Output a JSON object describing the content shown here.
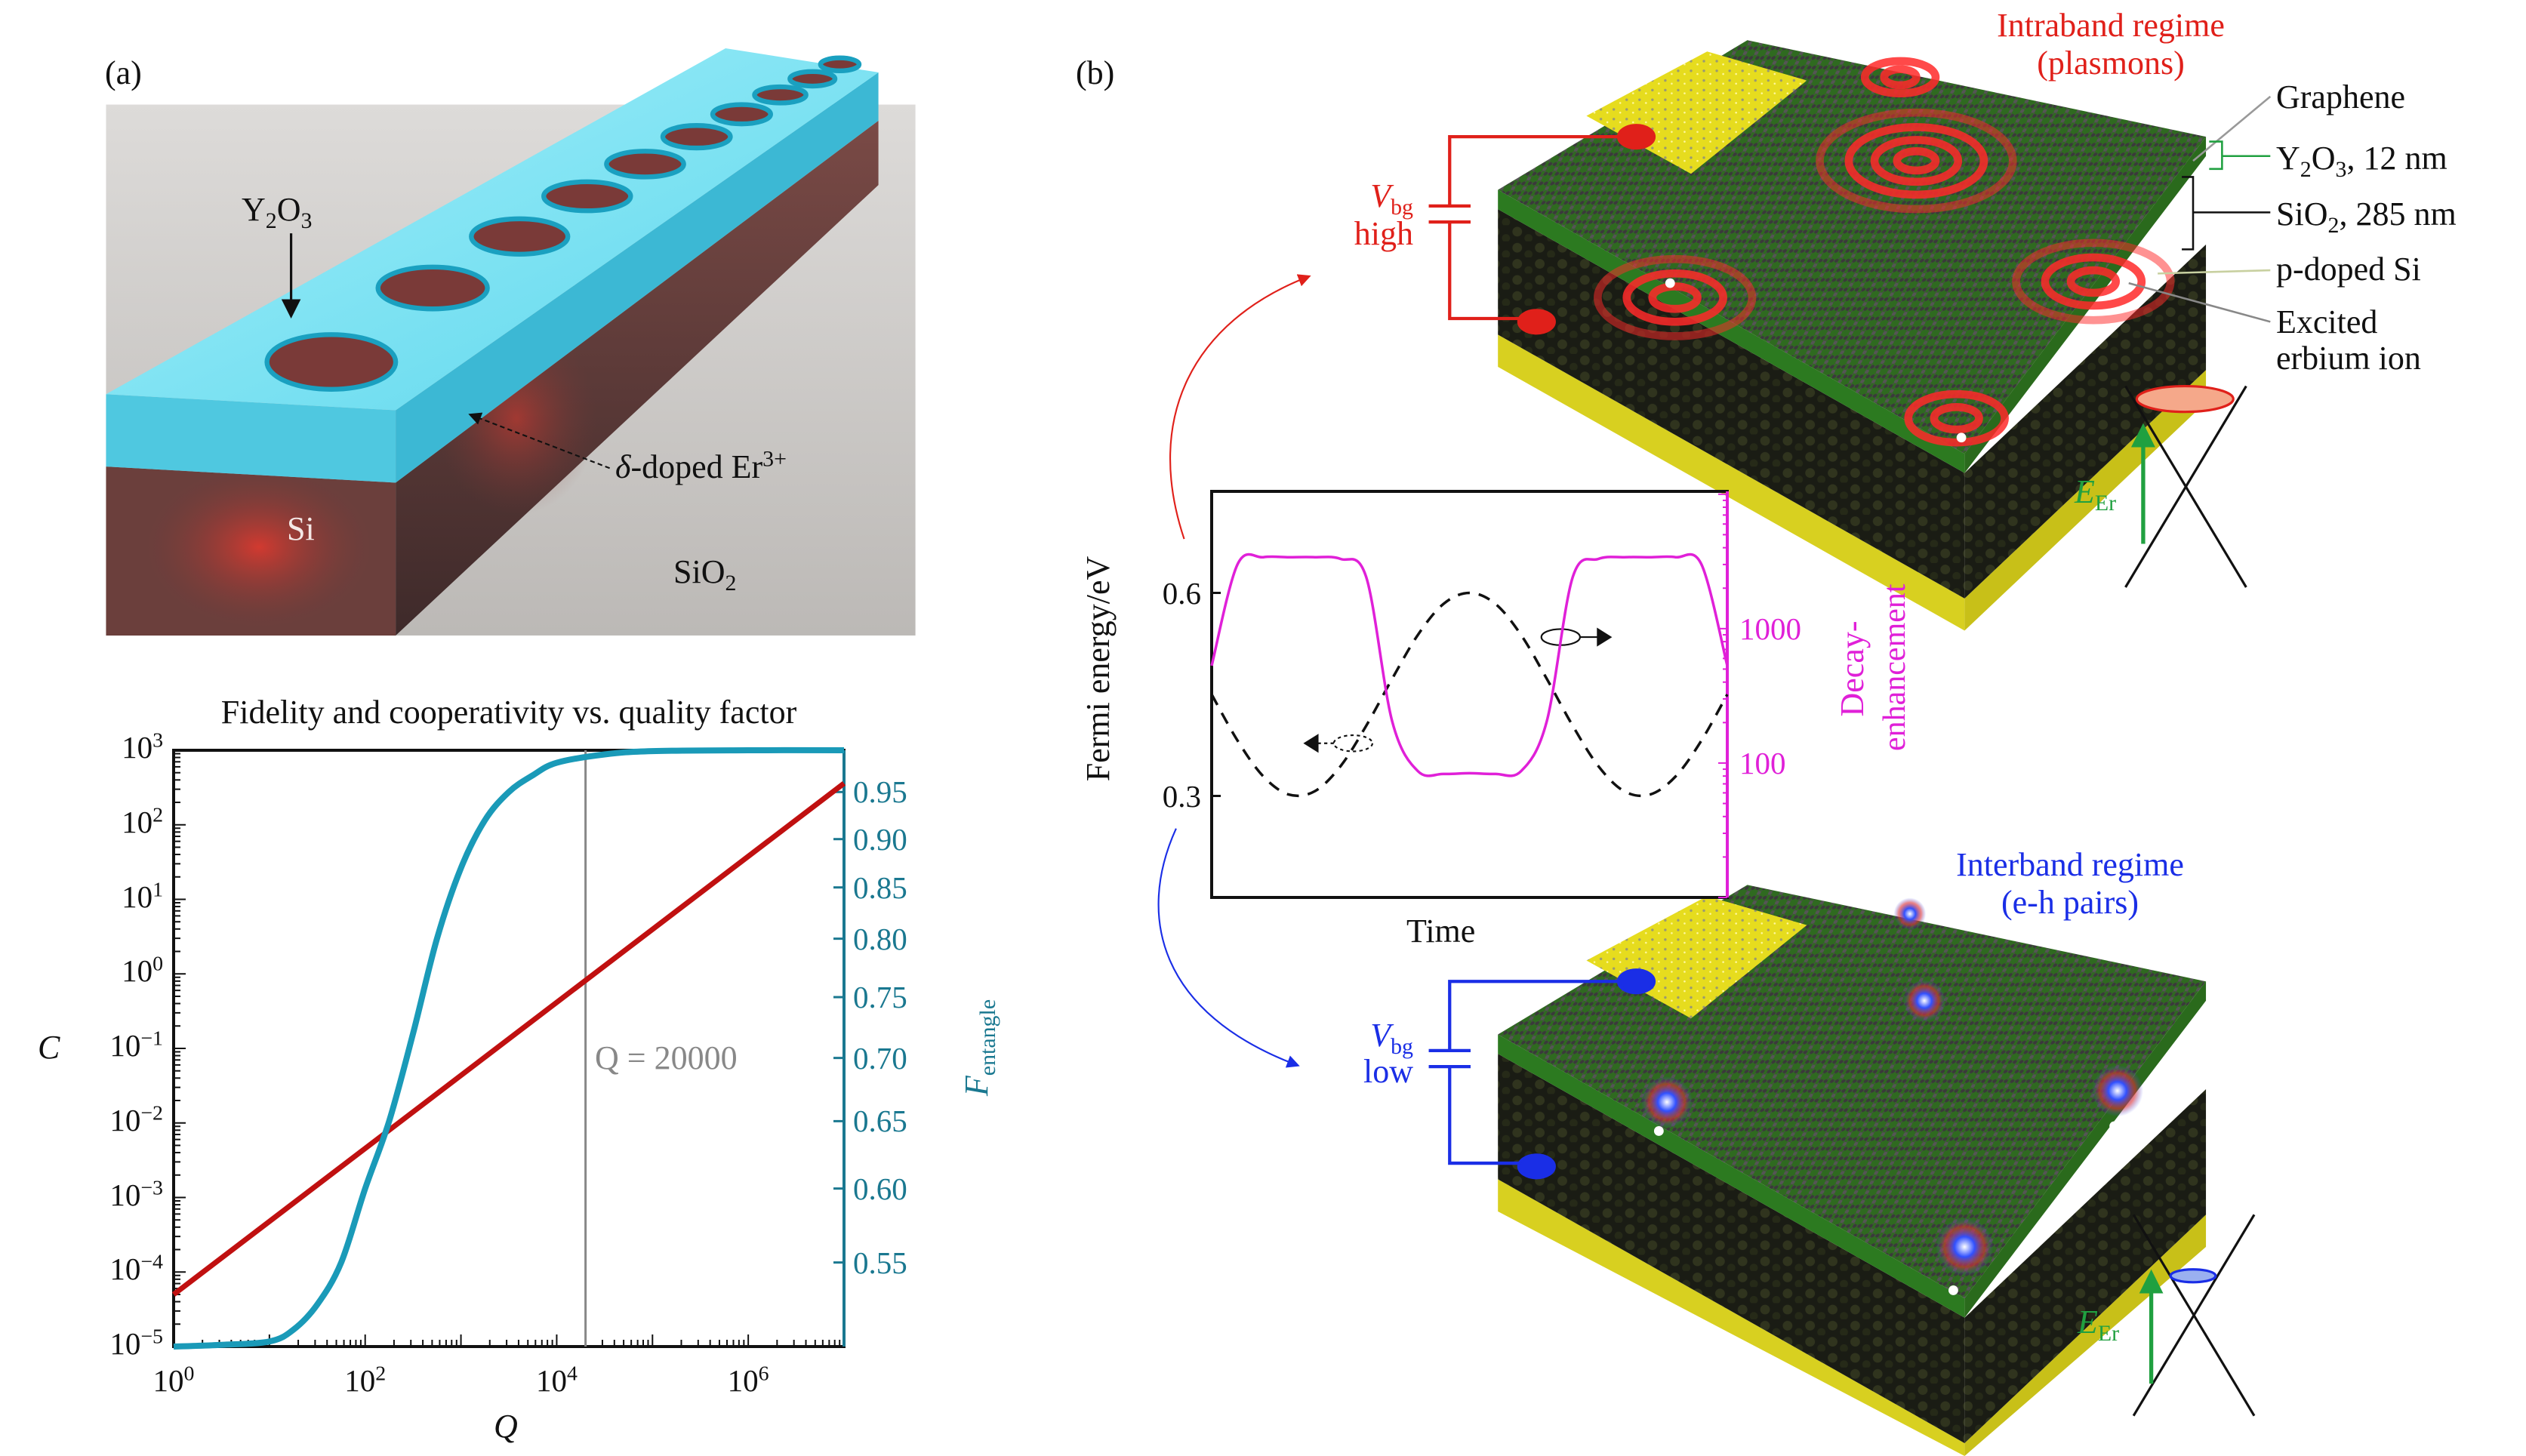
{
  "panel_a": {
    "label": "(a)",
    "y2o3": {
      "a": "Y",
      "b": "2",
      "c": "O",
      "d": "3"
    },
    "er": {
      "prefix": "δ",
      "text": "-doped Er",
      "sup": "3+"
    },
    "si": "Si",
    "sio2": {
      "a": "SiO",
      "b": "2"
    }
  },
  "panel_b": {
    "label": "(b)",
    "intraband": {
      "line1": "Intraband regime",
      "line2": "(plasmons)"
    },
    "interband": {
      "line1": "Interband regime",
      "line2": "(e-h pairs)"
    },
    "layers": {
      "graphene": "Graphene",
      "y2o3": {
        "a": "Y",
        "b": "2",
        "c": "O",
        "d": "3",
        "e": ", 12 nm"
      },
      "sio2": {
        "a": "SiO",
        "b": "2",
        "c": ", 285 nm"
      },
      "psi": "p-doped Si",
      "erbium1": "Excited",
      "erbium2": "erbium ion"
    },
    "vbg_high": {
      "v": "V",
      "sub": "bg",
      "level": "high"
    },
    "vbg_low": {
      "v": "V",
      "sub": "bg",
      "level": "low"
    },
    "eer": {
      "e": "E",
      "sub": "Er"
    },
    "colors": {
      "high": "#e0201a",
      "low": "#1a2ee6",
      "arrow": "#20a040"
    }
  },
  "chart_data": [
    {
      "type": "line",
      "title": "Fidelity and cooperativity vs. quality factor",
      "xlabel": "Q",
      "ylabel": "C",
      "y2label": {
        "main": "F",
        "sub": "entangle"
      },
      "xscale": "log",
      "xlim": [
        1,
        10000000
      ],
      "yscale": "log",
      "ylim": [
        1e-05,
        1000
      ],
      "y2lim": [
        0.5,
        1.0
      ],
      "xticks": [
        {
          "base": "10",
          "exp": "0",
          "v": 0
        },
        {
          "base": "10",
          "exp": "2",
          "v": 2
        },
        {
          "base": "10",
          "exp": "4",
          "v": 4
        },
        {
          "base": "10",
          "exp": "6",
          "v": 6
        }
      ],
      "yticks": [
        {
          "base": "10",
          "exp": "−5",
          "v": -5
        },
        {
          "base": "10",
          "exp": "−4",
          "v": -4
        },
        {
          "base": "10",
          "exp": "−3",
          "v": -3
        },
        {
          "base": "10",
          "exp": "−2",
          "v": -2
        },
        {
          "base": "10",
          "exp": "−1",
          "v": -1
        },
        {
          "base": "10",
          "exp": "0",
          "v": 0
        },
        {
          "base": "10",
          "exp": "1",
          "v": 1
        },
        {
          "base": "10",
          "exp": "2",
          "v": 2
        },
        {
          "base": "10",
          "exp": "3",
          "v": 3
        }
      ],
      "y2ticks": [
        "0.55",
        "0.60",
        "0.65",
        "0.70",
        "0.75",
        "0.80",
        "0.85",
        "0.90",
        "0.95"
      ],
      "annotation": {
        "text": "Q = 20000",
        "q": 20000
      },
      "series": [
        {
          "name": "C",
          "color": "#c01010",
          "axis": "left",
          "x": [
            1,
            10000000
          ],
          "y": [
            5e-05,
            360
          ]
        },
        {
          "name": "F_entangle",
          "color": "#1a9ab8",
          "axis": "right",
          "x": [
            1,
            3.16,
            10,
            17.8,
            31.6,
            56.2,
            100,
            178,
            316,
            562,
            1000,
            1778,
            3162,
            5623,
            10000,
            31623,
            100000,
            1000000,
            10000000
          ],
          "y": [
            0.5,
            0.501,
            0.503,
            0.51,
            0.525,
            0.55,
            0.6,
            0.65,
            0.72,
            0.8,
            0.87,
            0.92,
            0.95,
            0.97,
            0.985,
            0.995,
            0.999,
            1.0,
            1.0
          ]
        }
      ]
    },
    {
      "type": "line",
      "xlabel": "Time",
      "ylabel": "Fermi energy/eV",
      "y2label": {
        "line1": "Decay-",
        "line2": "enhancement"
      },
      "ylim": [
        0.15,
        0.75
      ],
      "y2scale": "log",
      "y2lim": [
        10,
        10500
      ],
      "yticks": [
        "0.6",
        "0.3"
      ],
      "y2ticks": [
        "1000",
        "100"
      ],
      "series": [
        {
          "name": "Fermi energy",
          "style": "dashed",
          "color": "#111111",
          "axis": "left",
          "x": [
            0,
            0.05,
            0.1,
            0.15,
            0.2,
            0.25,
            0.3,
            0.35,
            0.4,
            0.45,
            0.5,
            0.55,
            0.6,
            0.65,
            0.7,
            0.75,
            0.8,
            0.85,
            0.9,
            0.95,
            1
          ],
          "y": [
            0.45,
            0.382,
            0.329,
            0.302,
            0.307,
            0.344,
            0.404,
            0.473,
            0.538,
            0.584,
            0.6,
            0.584,
            0.538,
            0.473,
            0.404,
            0.344,
            0.307,
            0.302,
            0.329,
            0.382,
            0.45
          ]
        },
        {
          "name": "Decay enhancement",
          "style": "solid",
          "color": "#e020d8",
          "axis": "right",
          "x": [
            0,
            0.05,
            0.1,
            0.15,
            0.2,
            0.25,
            0.3,
            0.35,
            0.4,
            0.45,
            0.5,
            0.55,
            0.6,
            0.65,
            0.7,
            0.75,
            0.8,
            0.85,
            0.9,
            0.95,
            1
          ],
          "y": [
            530,
            3000,
            3400,
            3400,
            3400,
            3300,
            2400,
            205,
            87,
            83,
            84,
            83,
            87,
            205,
            2400,
            3300,
            3400,
            3400,
            3400,
            3000,
            530
          ]
        }
      ]
    }
  ]
}
